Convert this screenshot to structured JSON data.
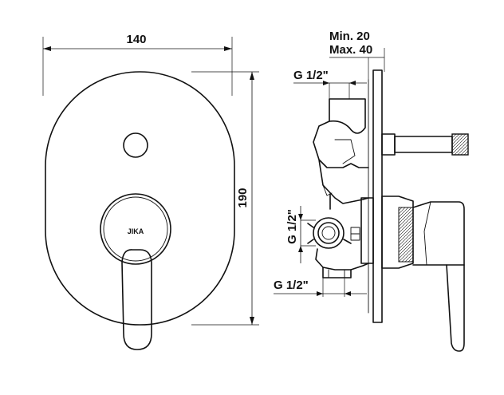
{
  "front_view": {
    "width_dim": "140",
    "height_dim": "190",
    "brand_logo": "JIKA"
  },
  "side_view": {
    "wall_depth_min": "Min. 20",
    "wall_depth_max": "Max. 40",
    "top_connection": "G 1/2\"",
    "side_connection": "G 1/2\"",
    "bottom_connection": "G 1/2\""
  }
}
